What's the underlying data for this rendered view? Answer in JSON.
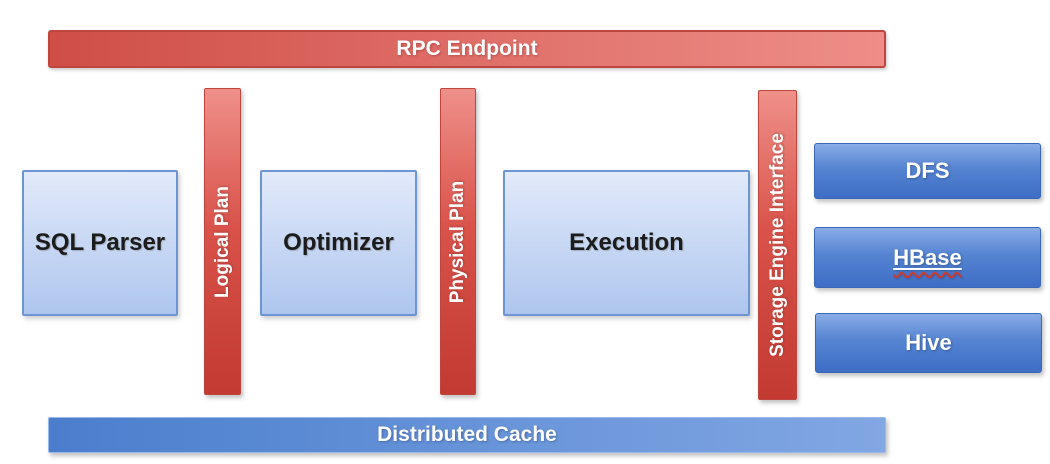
{
  "rpc_bar": {
    "label": "RPC Endpoint"
  },
  "plan_bars": [
    {
      "label": "Logical Plan"
    },
    {
      "label": "Physical Plan"
    },
    {
      "label": "Storage Engine Interface"
    }
  ],
  "pipeline_boxes": [
    {
      "label": "SQL Parser"
    },
    {
      "label": "Optimizer"
    },
    {
      "label": "Execution"
    }
  ],
  "storage_boxes": [
    {
      "label": "DFS"
    },
    {
      "label": "HBase",
      "has_spellcheck_squiggle": true
    },
    {
      "label": "Hive"
    }
  ],
  "cache_bar": {
    "label": "Distributed Cache"
  },
  "colors": {
    "rpc-left": "#cf4e47",
    "rpc-right": "#ee8e88",
    "red-light": "#ee9089",
    "red-mid": "#d9534b",
    "red-dark": "#c23a32",
    "red-border": "#c0453e",
    "box-light": "#e2eafa",
    "box-dark": "#aec6ee",
    "box-border": "#6d95d3",
    "stor-light": "#8aace6",
    "stor-mid": "#5584d2",
    "stor-dark": "#3e6ec5",
    "stor-border": "#3a67b8",
    "cache-left": "#4a7ecd",
    "cache-right": "#82a7e3",
    "cache-border": "#9ab9e8",
    "squiggle": "#cc3b30",
    "text-dark": "#1c1c1c",
    "text-white": "#ffffff"
  }
}
